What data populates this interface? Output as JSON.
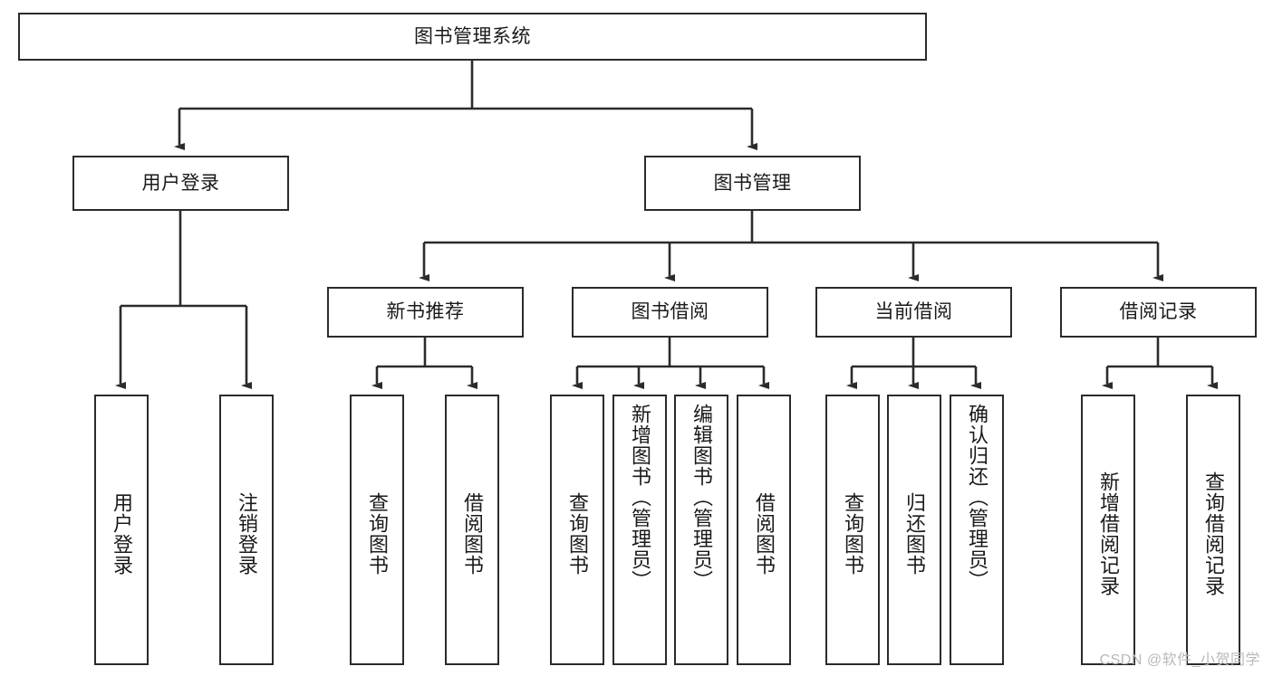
{
  "diagram": {
    "title": "图书管理系统",
    "type": "tree-hierarchy-diagram",
    "colors": {
      "box_border": "#2b2b2b",
      "box_fill": "#ffffff",
      "connector": "#2b2b2b",
      "background": "#ffffff",
      "watermark": "#b9b9b9"
    },
    "watermark": "CSDN @软件_小贺同学",
    "nodes": {
      "root": {
        "label": "图书管理系统"
      },
      "level1": [
        {
          "label": "用户登录"
        },
        {
          "label": "图书管理"
        }
      ],
      "level2": [
        {
          "label": "新书推荐"
        },
        {
          "label": "图书借阅"
        },
        {
          "label": "当前借阅"
        },
        {
          "label": "借阅记录"
        }
      ],
      "leaves_user_login": [
        {
          "label": "用户登录"
        },
        {
          "label": "注销登录"
        }
      ],
      "leaves_new_book": [
        {
          "label": "查询图书"
        },
        {
          "label": "借阅图书"
        }
      ],
      "leaves_borrow": [
        {
          "label": "查询图书"
        },
        {
          "label": "新增图书（管理员）"
        },
        {
          "label": "编辑图书（管理员）"
        },
        {
          "label": "借阅图书"
        }
      ],
      "leaves_current": [
        {
          "label": "查询图书"
        },
        {
          "label": "归还图书"
        },
        {
          "label": "确认归还（管理员）"
        }
      ],
      "leaves_record": [
        {
          "label": "新增借阅记录"
        },
        {
          "label": "查询借阅记录"
        }
      ]
    }
  }
}
